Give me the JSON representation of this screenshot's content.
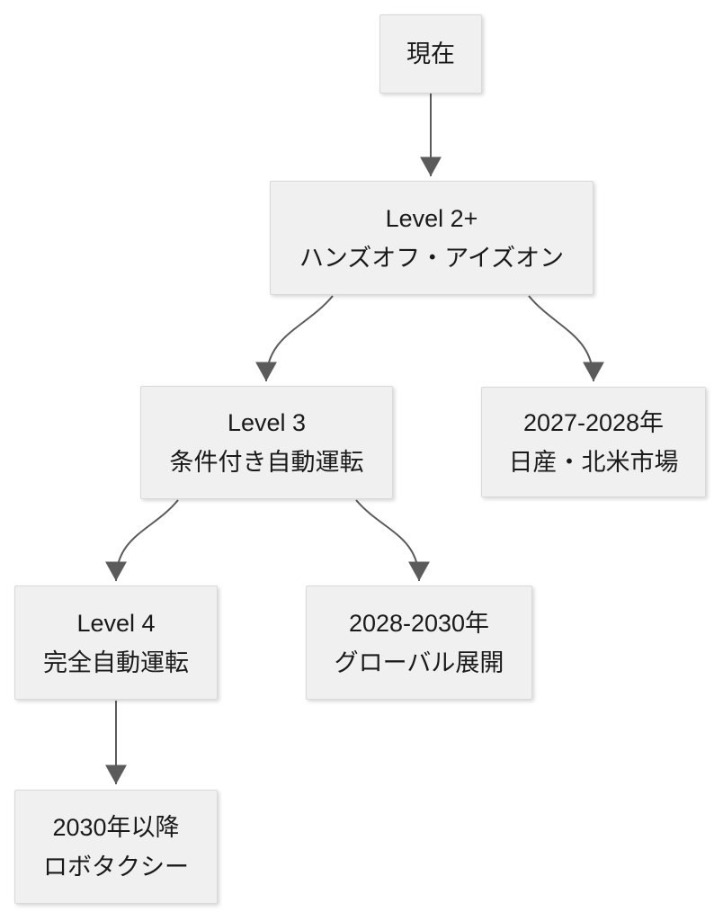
{
  "diagram_type": "flowchart",
  "colors": {
    "background": "#ffffff",
    "node_fill": "#f0f0f0",
    "node_border": "#d9d9d9",
    "arrow": "#5b5b5b",
    "text": "#1a1a1a"
  },
  "nodes": {
    "current": {
      "line1": "現在",
      "line2": ""
    },
    "level2": {
      "line1": "Level 2+",
      "line2": "ハンズオフ・アイズオン"
    },
    "level3": {
      "line1": "Level 3",
      "line2": "条件付き自動運転"
    },
    "nissan": {
      "line1": "2027-2028年",
      "line2": "日産・北米市場"
    },
    "level4": {
      "line1": "Level 4",
      "line2": "完全自動運転"
    },
    "global": {
      "line1": "2028-2030年",
      "line2": "グローバル展開"
    },
    "robotaxi": {
      "line1": "2030年以降",
      "line2": "ロボタクシー"
    }
  },
  "edges": [
    {
      "from": "current",
      "to": "level2"
    },
    {
      "from": "level2",
      "to": "level3"
    },
    {
      "from": "level2",
      "to": "nissan"
    },
    {
      "from": "level3",
      "to": "level4"
    },
    {
      "from": "level3",
      "to": "global"
    },
    {
      "from": "level4",
      "to": "robotaxi"
    }
  ]
}
